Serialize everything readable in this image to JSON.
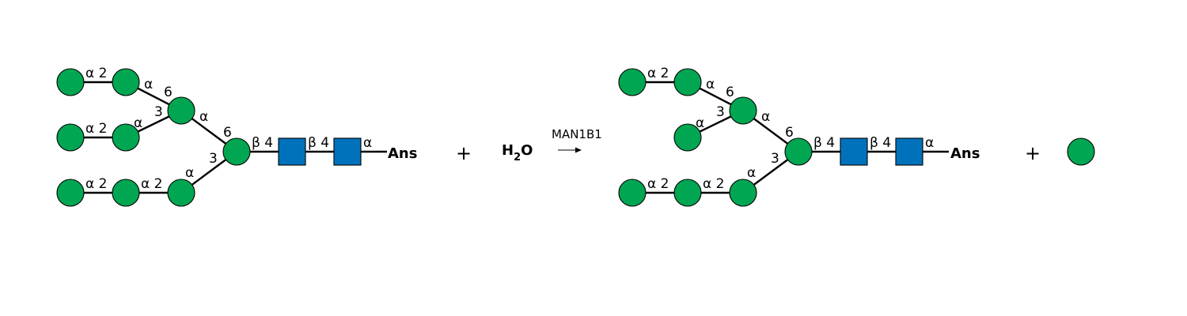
{
  "reaction": {
    "enzyme": "MAN1B1",
    "plus_sign": "+",
    "water": {
      "main": "H",
      "subscript": "2",
      "tail": "O"
    },
    "aglycone": "Ans"
  },
  "linkage_labels": {
    "a2": "α 2",
    "a": "α",
    "b4": "β 4",
    "pos6": "6",
    "pos3": "3"
  },
  "legend_colors": {
    "mannose": "#00A651",
    "glcnac": "#0072BC"
  },
  "glycans": [
    {
      "role": "substrate",
      "residues": [
        "Man",
        "Man",
        "Man",
        "Man",
        "Man",
        "Man",
        "Man",
        "Man",
        "Man",
        "GlcNAc",
        "GlcNAc"
      ]
    },
    {
      "role": "product",
      "residues": [
        "Man",
        "Man",
        "Man",
        "Man",
        "Man",
        "Man",
        "Man",
        "Man",
        "GlcNAc",
        "GlcNAc"
      ]
    },
    {
      "role": "released",
      "residues": [
        "Man"
      ]
    }
  ]
}
